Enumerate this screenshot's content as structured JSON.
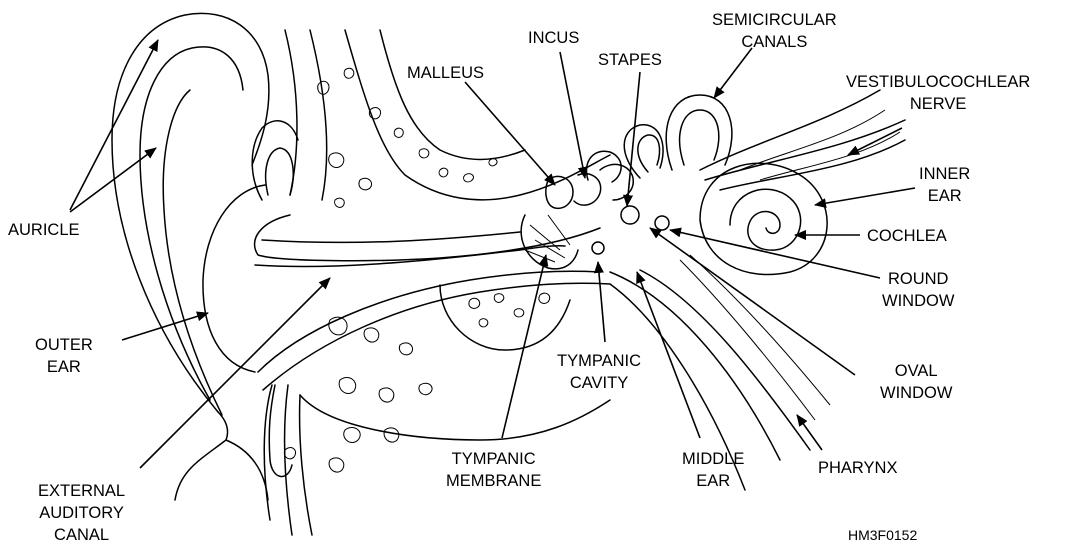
{
  "labels": {
    "auricle": "AURICLE",
    "outer_ear_1": "OUTER",
    "outer_ear_2": "EAR",
    "canal_1": "EXTERNAL",
    "canal_2": "AUDITORY",
    "canal_3": "CANAL",
    "malleus": "MALLEUS",
    "incus": "INCUS",
    "stapes": "STAPES",
    "semicircular_1": "SEMICIRCULAR",
    "semicircular_2": "CANALS",
    "vestib_1": "VESTIBULOCOCHLEAR",
    "vestib_2": "NERVE",
    "inner_ear_1": "INNER",
    "inner_ear_2": "EAR",
    "cochlea": "COCHLEA",
    "round_window_1": "ROUND",
    "round_window_2": "WINDOW",
    "oval_window_1": "OVAL",
    "oval_window_2": "WINDOW",
    "tympanic_cavity_1": "TYMPANIC",
    "tympanic_cavity_2": "CAVITY",
    "tympanic_membrane_1": "TYMPANIC",
    "tympanic_membrane_2": "MEMBRANE",
    "middle_ear_1": "MIDDLE",
    "middle_ear_2": "EAR",
    "pharynx": "PHARYNX"
  },
  "figure_id": "HM3F0152",
  "colors": {
    "line": "#000000",
    "background": "#ffffff"
  }
}
